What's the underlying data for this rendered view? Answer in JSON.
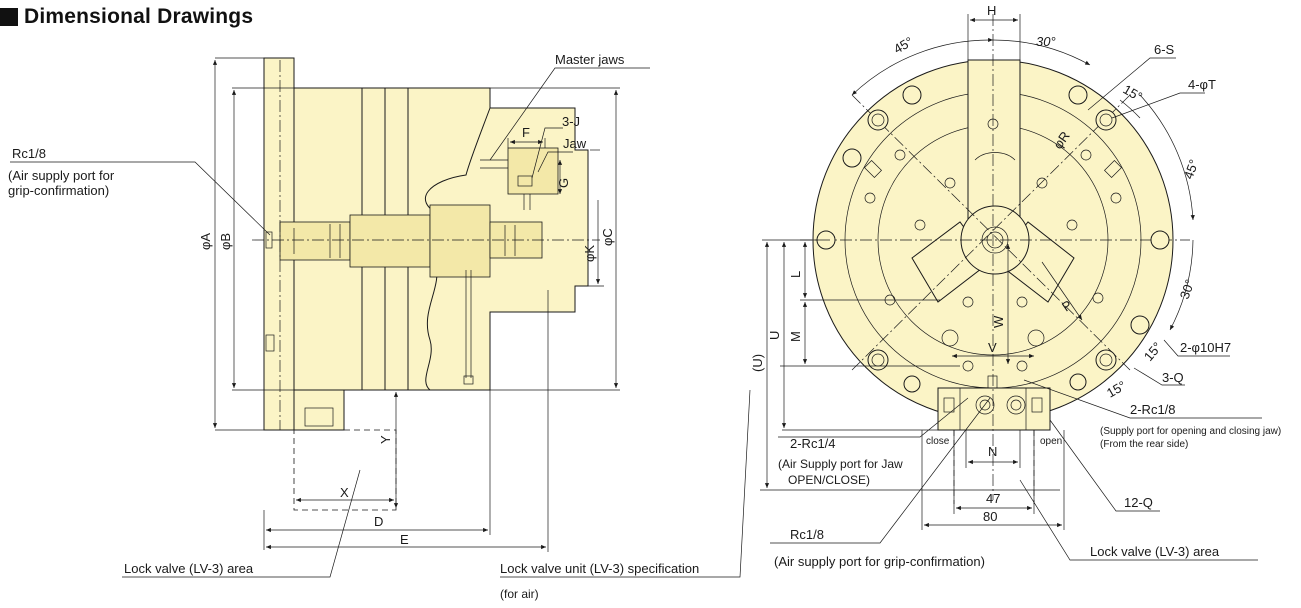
{
  "heading": {
    "title": "Dimensional Drawings"
  },
  "colors": {
    "body_fill": "#fbf4c6",
    "line": "#1a1a1a",
    "shade": "#f3e8a8"
  },
  "side_view": {
    "labels": {
      "rc18": "Rc1/8",
      "air_supply_1": "(Air supply port for",
      "air_supply_2": "grip-confirmation)",
      "master_jaws": "Master jaws",
      "f": "F",
      "j3": "3-J",
      "jaw": "Jaw",
      "g": "G",
      "phi_a": "φA",
      "phi_b": "φB",
      "phi_k": "φK",
      "phi_c": "φC",
      "y": "Y",
      "x": "X",
      "d": "D",
      "e": "E",
      "lock_valve_area": "Lock valve (LV-3) area",
      "lock_valve_unit_1": "Lock valve unit (LV-3) specification",
      "lock_valve_unit_2": "(for air)"
    }
  },
  "front_view": {
    "labels": {
      "h": "H",
      "angle_45_top": "45°",
      "angle_30_top": "30°",
      "six_s": "6-S",
      "angle_15_top": "15°",
      "four_phi_t": "4-φT",
      "angle_45_right": "45°",
      "phi_r": "φR",
      "l": "L",
      "u": "U",
      "u_paren": "(U)",
      "m": "M",
      "w": "W",
      "p": "P",
      "angle_30_right": "30°",
      "two_phi10h7": "2-φ10H7",
      "angle_15_right": "15°",
      "v": "V",
      "three_q": "3-Q",
      "angle_15_bottom": "15°",
      "two_rc18": "2-Rc1/8",
      "supply_port_1": "(Supply port for opening and closing jaw)",
      "supply_port_2": "(From the rear side)",
      "close": "close",
      "open": "open",
      "two_rc14": "2-Rc1/4",
      "air_jaw_1": "(Air Supply port for Jaw",
      "air_jaw_2": "OPEN/CLOSE)",
      "n": "N",
      "twelve_q": "12-Q",
      "dim_47": "47",
      "dim_80": "80",
      "rc18": "Rc1/8",
      "air_grip": "(Air supply port for grip-confirmation)",
      "lock_valve_area": "Lock valve (LV-3) area"
    }
  }
}
